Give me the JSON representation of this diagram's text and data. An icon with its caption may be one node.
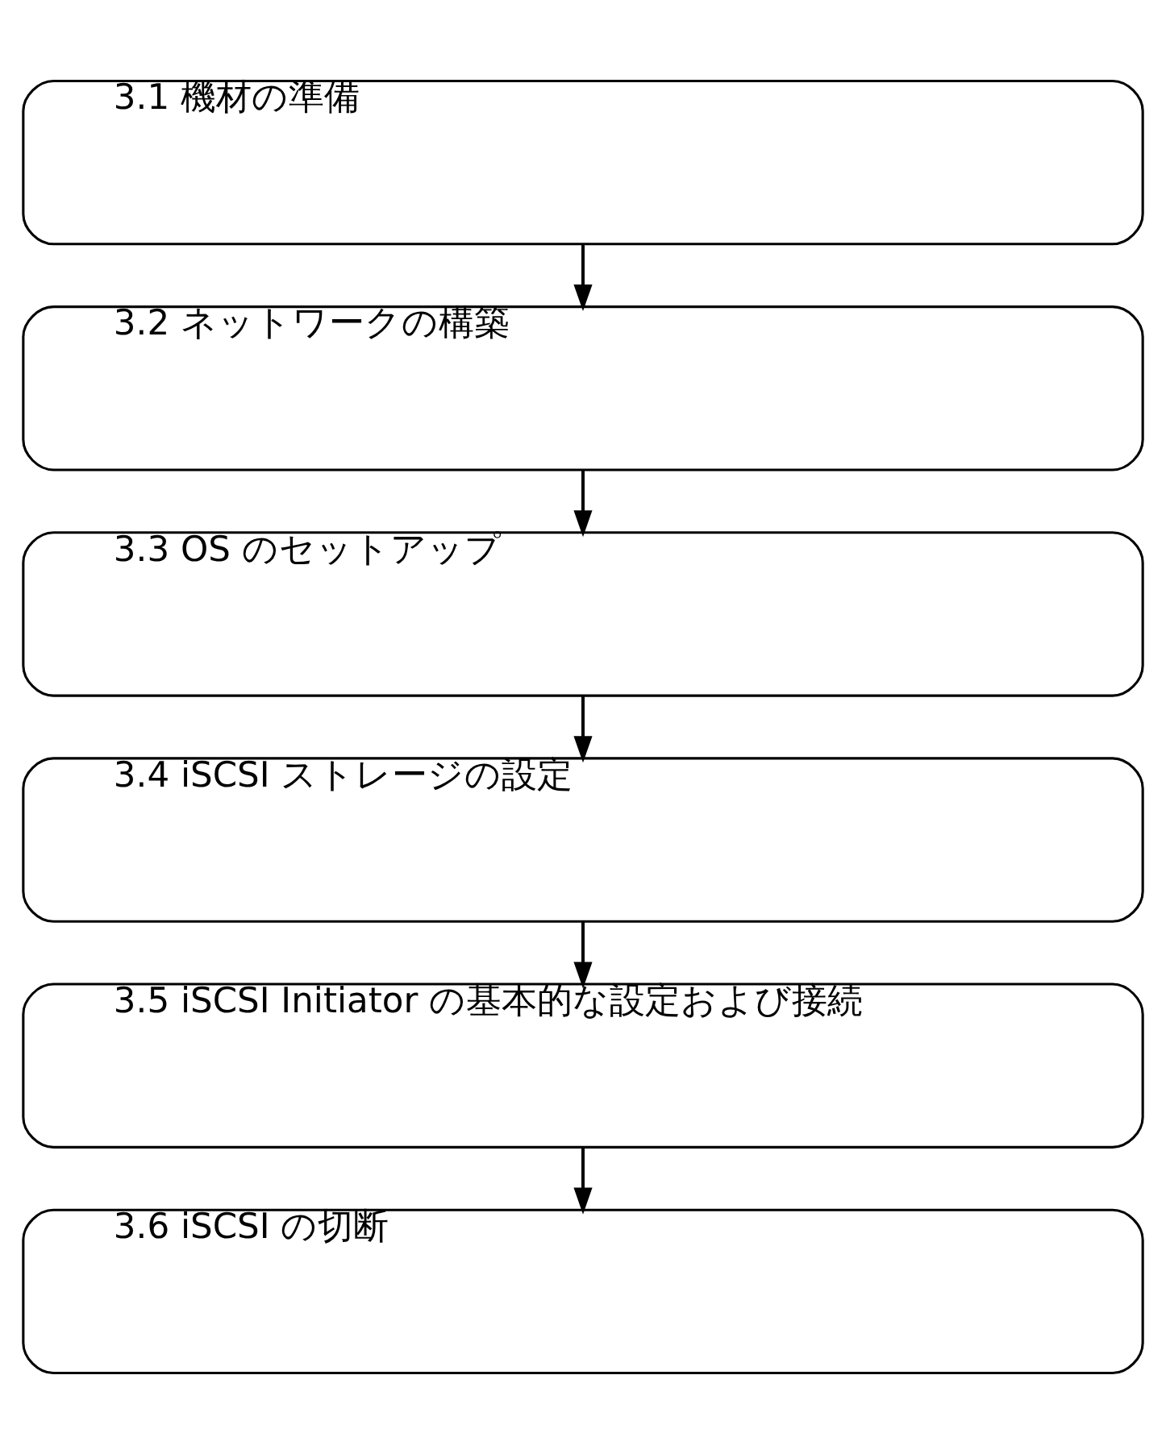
{
  "diagram": {
    "nodes": [
      {
        "text": [
          "3.1 機材の準備"
        ]
      },
      {
        "text": [
          "3.2 ネットワークの構築"
        ]
      },
      {
        "text": [
          "3.3 OS のセットアップ"
        ]
      },
      {
        "text": [
          "3.4 iSCSI ストレージの設定"
        ]
      },
      {
        "text": [
          "3.5 iSCSI Initiator の基本的な設定および接続"
        ]
      },
      {
        "text": [
          "3.6 iSCSI の切断"
        ]
      }
    ],
    "edges": [
      {
        "from": 0,
        "to": 1,
        "arrow": "to"
      },
      {
        "from": 1,
        "to": 2,
        "arrow": "to"
      },
      {
        "from": 2,
        "to": 3,
        "arrow": "to"
      },
      {
        "from": 3,
        "to": 4,
        "arrow": "to"
      },
      {
        "from": 4,
        "to": 5,
        "arrow": "to"
      }
    ]
  }
}
